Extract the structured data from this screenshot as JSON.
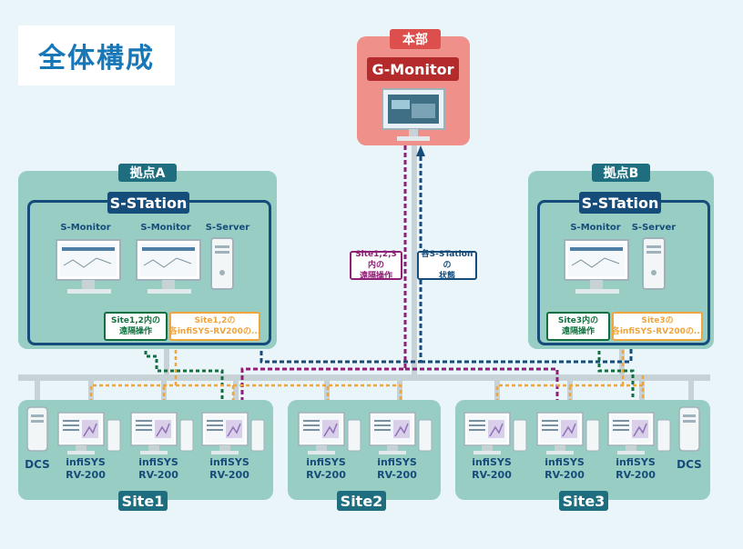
{
  "title": "全体構成",
  "hq": {
    "label": "本部",
    "system": "G-Monitor"
  },
  "base_a": {
    "label": "拠点A",
    "station": "S-STation",
    "devices": [
      "S-Monitor",
      "S-Monitor",
      "S-Server"
    ],
    "note_green": [
      "Site1,2内の",
      "遠隔操作"
    ],
    "note_orange": [
      "Site1,2の",
      "各infiSYS-RV200の..."
    ]
  },
  "base_b": {
    "label": "拠点B",
    "station": "S-STation",
    "devices": [
      "S-Monitor",
      "S-Server"
    ],
    "note_green": [
      "Site3内の",
      "遠隔操作"
    ],
    "note_orange": [
      "Site3の",
      "各infiSYS-RV200の..."
    ]
  },
  "notes": {
    "purple": [
      "Site1,2,3内の",
      "遠隔操作"
    ],
    "navy": [
      "各S-STationの",
      "状態"
    ]
  },
  "device_name": [
    "infiSYS",
    "RV-200"
  ],
  "dcs_label": "DCS",
  "sites": [
    "Site1",
    "Site2",
    "Site3"
  ],
  "colors": {
    "green": "#127040",
    "orange": "#f0a43c",
    "purple": "#8e1f74",
    "navy": "#164c7a"
  }
}
